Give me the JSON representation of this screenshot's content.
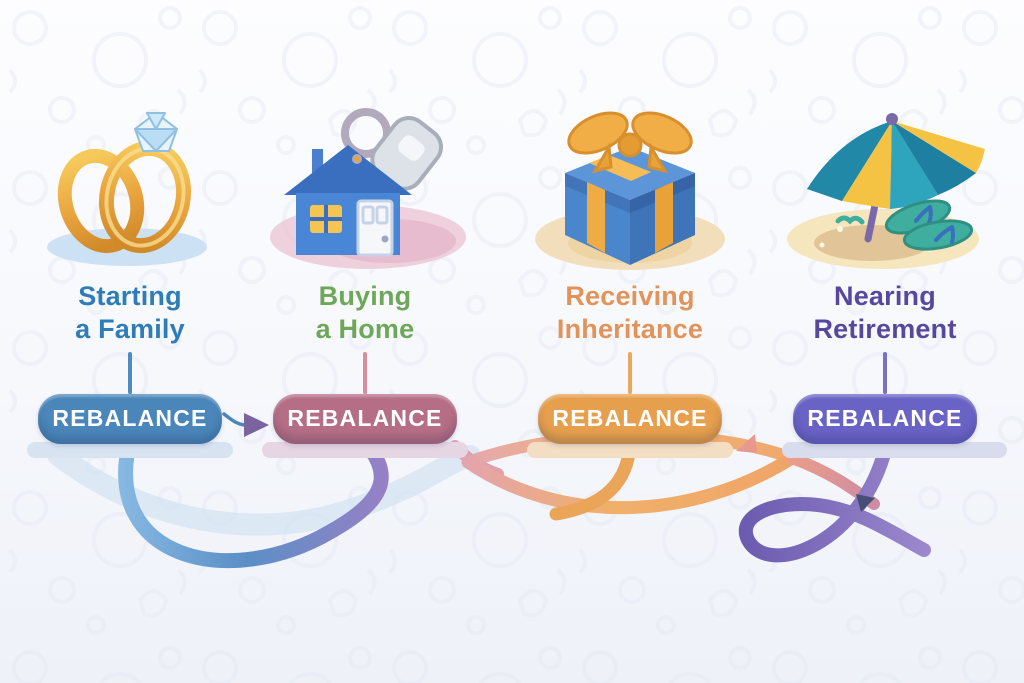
{
  "title": "Life events rebalance timeline infographic",
  "background_color": "#F6F8FC",
  "doodle_color": "#E3E7F2",
  "steps": [
    {
      "id": "starting-a-family",
      "icon": "wedding-rings-icon",
      "label_line1": "Starting",
      "label_line2": "a Family",
      "label_color": "#2E7CB8",
      "connector_color": "#4E8CC0",
      "button_label": "REBALANCE",
      "button_color": "#4A86BA",
      "blob_color": "#CDE1F4"
    },
    {
      "id": "buying-a-home",
      "icon": "house-and-key-icon",
      "label_line1": "Buying",
      "label_line2": "a Home",
      "label_color": "#6FA75A",
      "connector_color": "#D88C9C",
      "button_label": "REBALANCE",
      "button_color": "#B56E85",
      "blob_color": "#ECC9D6"
    },
    {
      "id": "receiving-inheritance",
      "icon": "gift-box-icon",
      "label_line1": "Receiving",
      "label_line2": "Inheritance",
      "label_color": "#E2935A",
      "connector_color": "#ECA95E",
      "button_label": "REBALANCE",
      "button_color": "#E59F4D",
      "blob_color": "#F3DEBB"
    },
    {
      "id": "nearing-retirement",
      "icon": "beach-umbrella-icon",
      "label_line1": "Nearing",
      "label_line2": "Retirement",
      "label_color": "#58489D",
      "connector_color": "#7A70C8",
      "button_label": "REBALANCE",
      "button_color": "#6A63C6",
      "blob_color": "#F6E6BD"
    }
  ],
  "ribbon_colors": {
    "light_blue": "#CFE0F2",
    "blue": "#6EA3D6",
    "purple": "#8F76C2",
    "pink": "#E3A3B2",
    "orange": "#F0AC5E",
    "salmon": "#E89A8C",
    "deep_purple": "#6C5BB0"
  },
  "arrow_colors": {
    "between_step1_step2": "#7A639E",
    "at_eye_right_vertex": "#E8998F",
    "on_retirement_loop": "#3F4A6E"
  }
}
